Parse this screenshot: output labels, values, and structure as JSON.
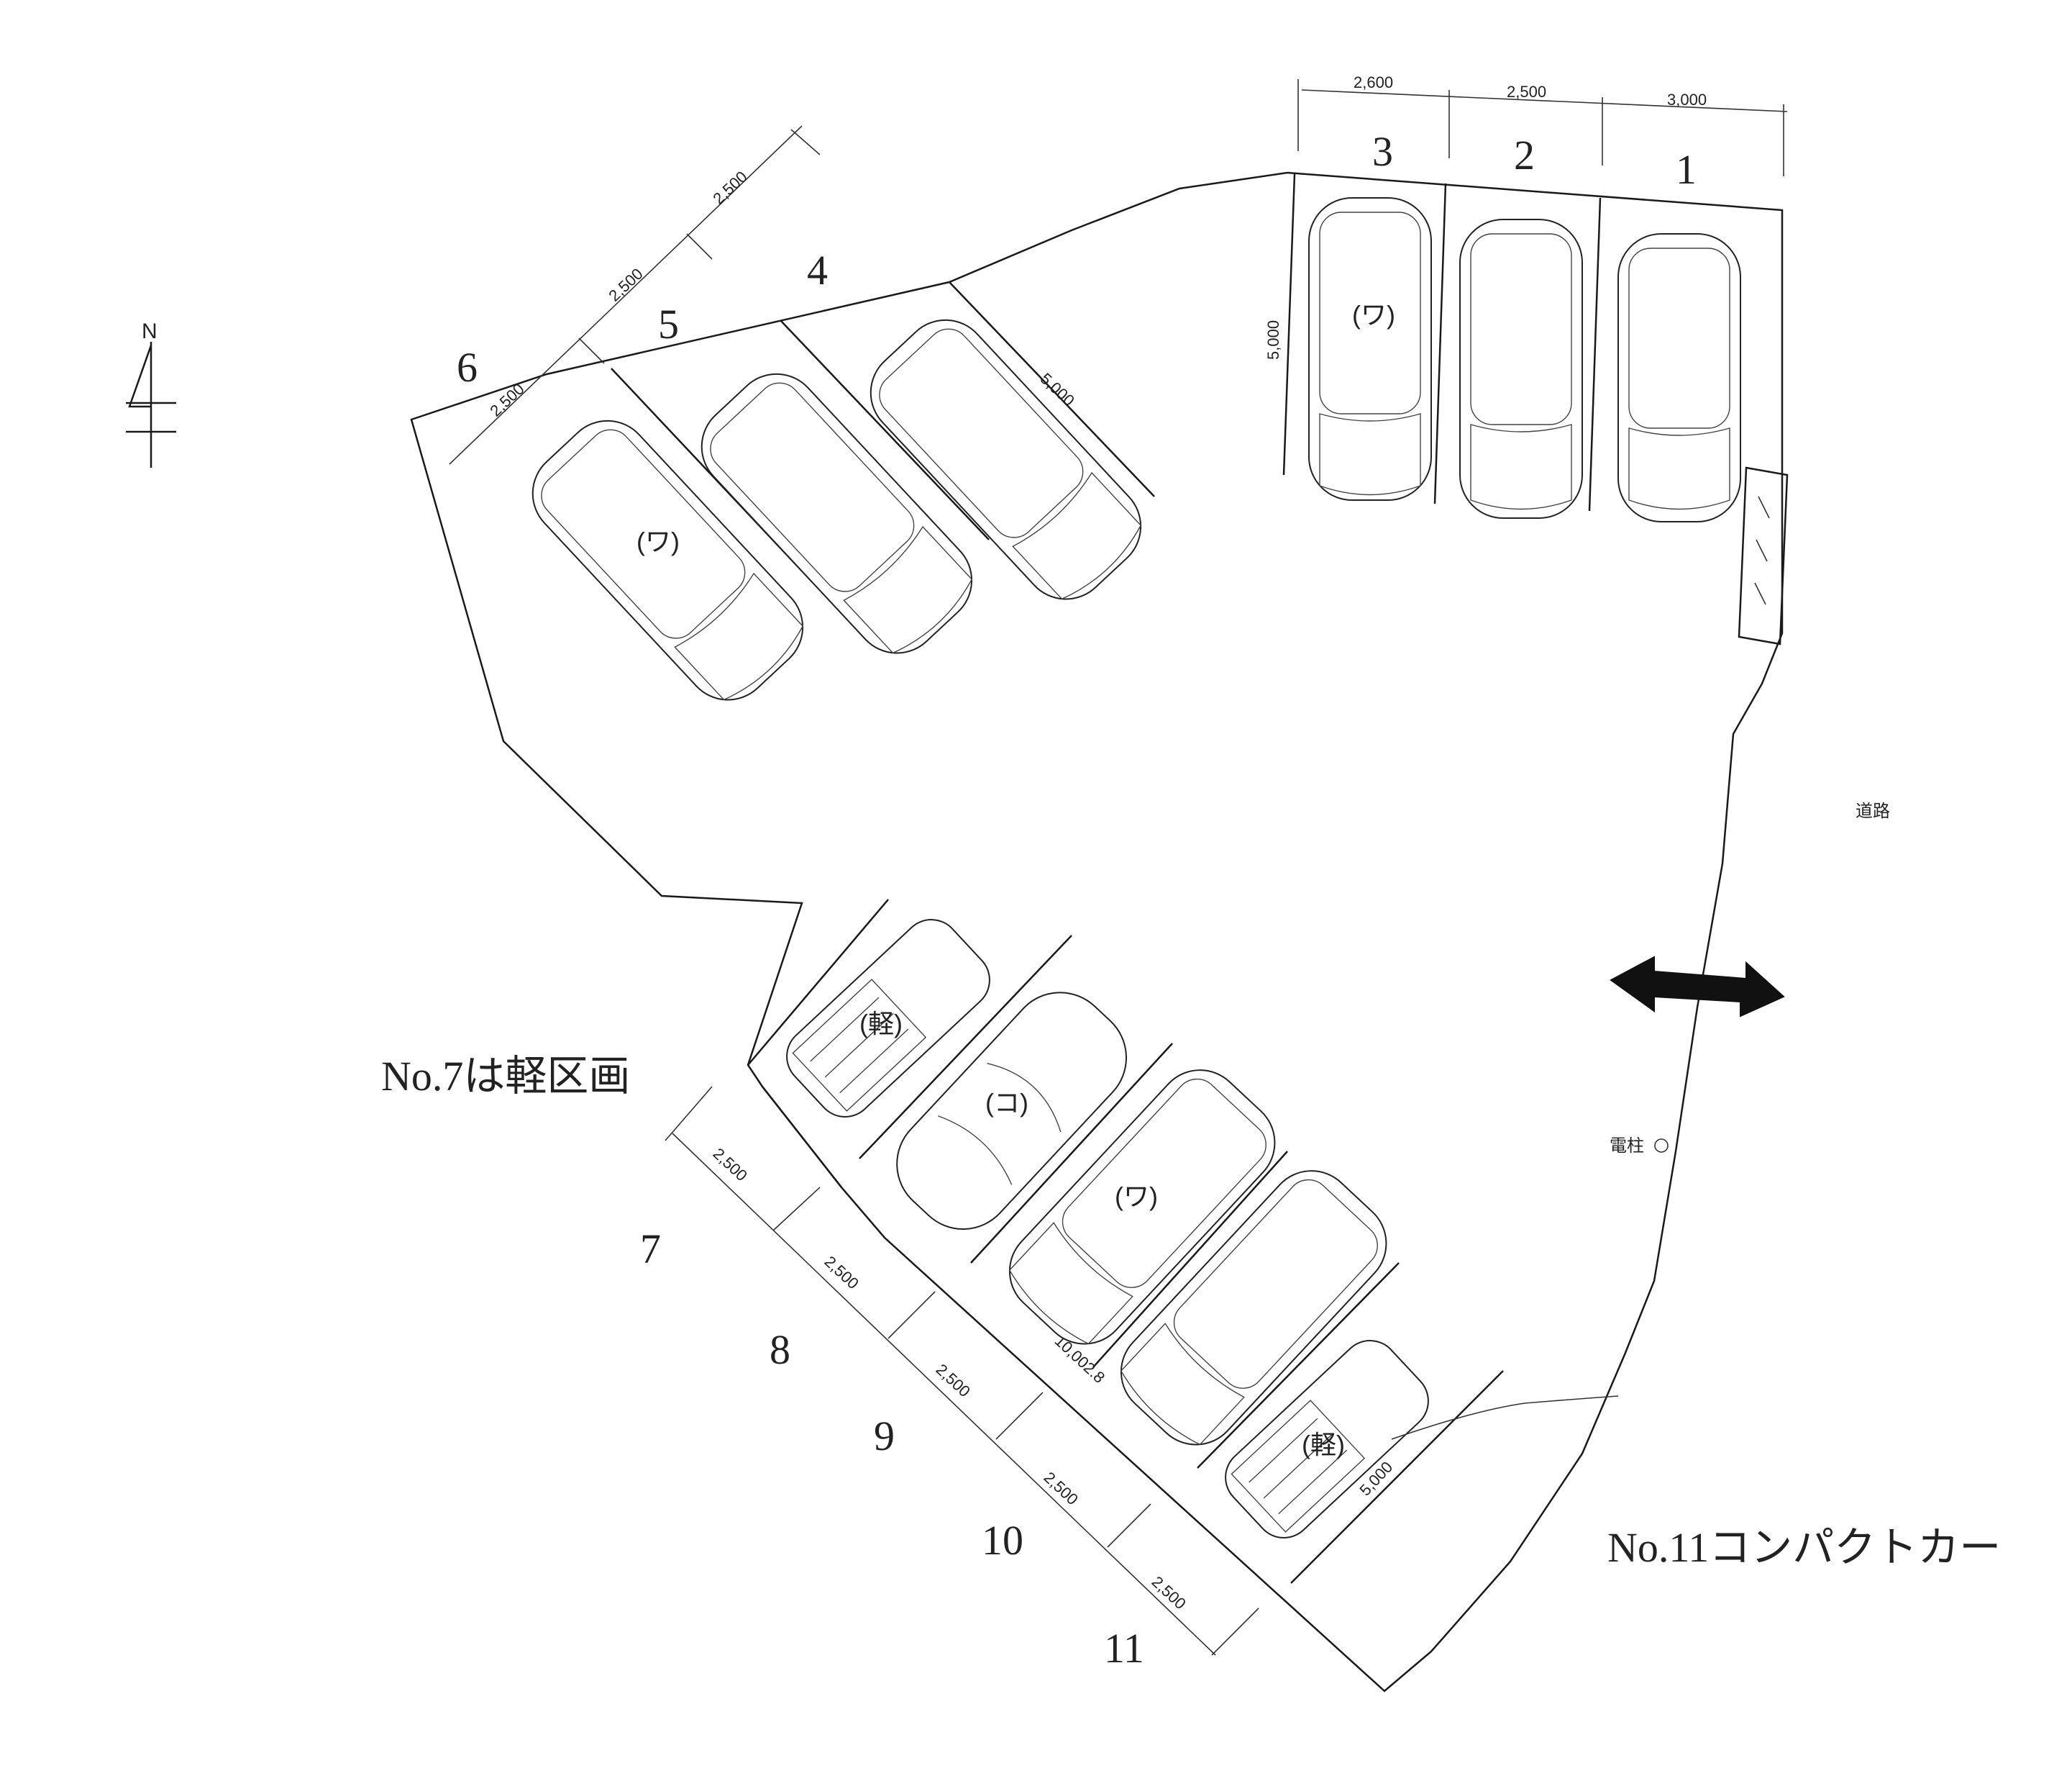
{
  "north_label": "N",
  "bay_numbers": [
    "1",
    "2",
    "3",
    "4",
    "5",
    "6",
    "7",
    "8",
    "9",
    "10",
    "11"
  ],
  "dimensions": {
    "top_w1": "2,600",
    "top_w2": "2,500",
    "top_w3": "3,000",
    "top_depth": "5,000",
    "upper_w1": "2,500",
    "upper_w2": "2,500",
    "upper_w3": "2,500",
    "upper_depth": "5,000",
    "lower_w7": "2,500",
    "lower_w8": "2,500",
    "lower_w9": "2,500",
    "lower_w10": "2,500",
    "lower_w11": "2,500",
    "lower_depth": "5,000",
    "lower_extra": "10,002.8"
  },
  "car_tags": {
    "bay3": "(ワ)",
    "bay6": "(ワ)",
    "bay7": "(軽)",
    "bay8": "(コ)",
    "bay9": "(ワ)",
    "bay11": "(軽)"
  },
  "notes": {
    "no7": "No.7は軽区画",
    "no11": "No.11コンパクトカー",
    "road": "道路",
    "pole": "電柱"
  }
}
